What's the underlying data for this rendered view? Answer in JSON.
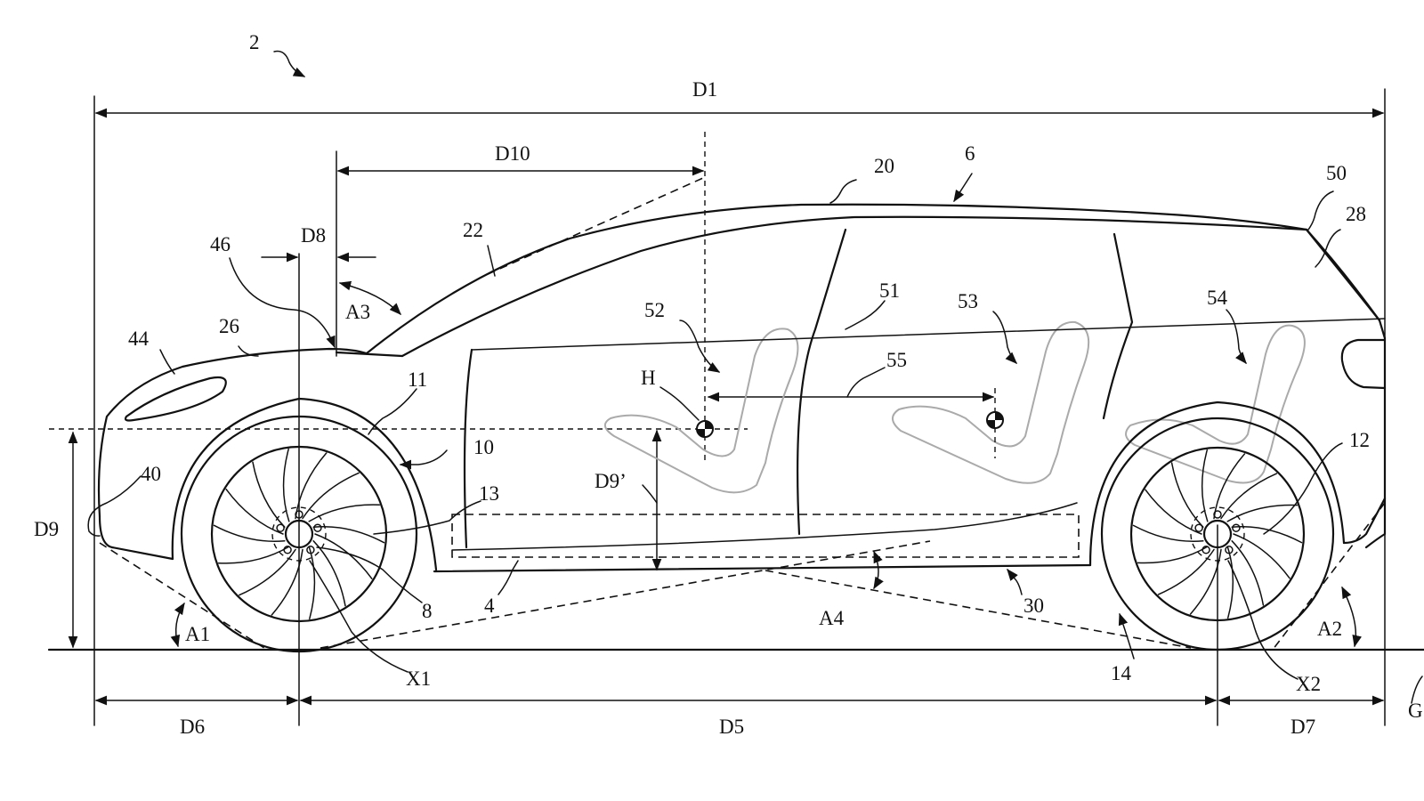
{
  "labels": {
    "fig": "2",
    "d1": "D1",
    "d10": "D10",
    "n20": "20",
    "n6": "6",
    "n50": "50",
    "n28": "28",
    "n22": "22",
    "n46": "46",
    "d8": "D8",
    "n26": "26",
    "n44": "44",
    "a3": "A3",
    "n52": "52",
    "n51": "51",
    "n53": "53",
    "n54": "54",
    "n11": "11",
    "h": "H",
    "n55": "55",
    "n10": "10",
    "d9p": "D9’",
    "n12": "12",
    "n40": "40",
    "n13": "13",
    "d9": "D9",
    "n8": "8",
    "n4": "4",
    "n30": "30",
    "a4": "A4",
    "a1": "A1",
    "a2": "A2",
    "x1": "X1",
    "n14": "14",
    "x2": "X2",
    "g": "G",
    "d6": "D6",
    "d5": "D5",
    "d7": "D7"
  }
}
